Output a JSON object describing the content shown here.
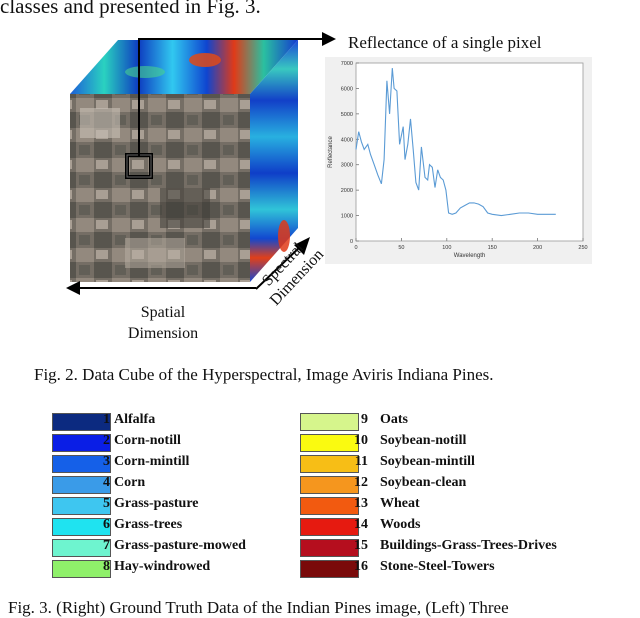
{
  "page": {
    "top_text": "classes and presented in Fig. 3.",
    "reflectance_title": "Reflectance of a single pixel",
    "spatial_label_1": "Spatial",
    "spatial_label_2": "Dimension",
    "spectral_label_1": "Spectral",
    "spectral_label_2": "Dimension",
    "caption_fig2": "Fig. 2.    Data Cube of the Hyperspectral, Image Aviris Indiana Pines.",
    "caption_fig3": "Fig. 3.    (Right) Ground Truth Data of the Indian Pines image, (Left) Three"
  },
  "chart_data": {
    "type": "line",
    "title": "",
    "xlabel": "Wavelength",
    "ylabel": "Reflectance",
    "xlim": [
      0,
      250
    ],
    "ylim": [
      0,
      7000
    ],
    "xticks": [
      "0",
      "50",
      "100",
      "150",
      "200",
      "250"
    ],
    "yticks": [
      "0",
      "1000",
      "2000",
      "3000",
      "4000",
      "5000",
      "6000",
      "7000"
    ],
    "series": [
      {
        "x": [
          0,
          3,
          6,
          9,
          13,
          16,
          20,
          24,
          28,
          31,
          34,
          37,
          40,
          42,
          45,
          48,
          52,
          54,
          57,
          60,
          63,
          66,
          69,
          72,
          76,
          79,
          81,
          84,
          87,
          90,
          93,
          96,
          99,
          102,
          106,
          110,
          115,
          120,
          125,
          130,
          135,
          140,
          145,
          150,
          160,
          170,
          180,
          190,
          200,
          210,
          220
        ],
        "y": [
          3600,
          4300,
          3900,
          3600,
          3800,
          3400,
          3000,
          2600,
          2250,
          3200,
          6300,
          5000,
          6800,
          6000,
          5900,
          3800,
          4500,
          3200,
          3800,
          4800,
          3600,
          2300,
          2000,
          3700,
          2500,
          2400,
          3000,
          2900,
          2100,
          2800,
          2500,
          2400,
          2000,
          1100,
          1050,
          1100,
          1300,
          1400,
          1500,
          1500,
          1450,
          1350,
          1100,
          1050,
          1000,
          1050,
          1100,
          1100,
          1050,
          1050,
          1050
        ],
        "color": "#5b9bd5"
      }
    ]
  },
  "legend": {
    "left": [
      {
        "num": "1",
        "name": "Alfalfa",
        "color": "#0c2a80"
      },
      {
        "num": "2",
        "name": "Corn-notill",
        "color": "#0a1ee6"
      },
      {
        "num": "3",
        "name": "Corn-mintill",
        "color": "#1560e8"
      },
      {
        "num": "4",
        "name": "Corn",
        "color": "#3a9be8"
      },
      {
        "num": "5",
        "name": "Grass-pasture",
        "color": "#3ec6f0"
      },
      {
        "num": "6",
        "name": "Grass-trees",
        "color": "#1fe3f0"
      },
      {
        "num": "7",
        "name": "Grass-pasture-mowed",
        "color": "#6ef4cf"
      },
      {
        "num": "8",
        "name": "Hay-windrowed",
        "color": "#8ff06a"
      }
    ],
    "right": [
      {
        "num": "9",
        "name": "Oats",
        "color": "#d6f58c"
      },
      {
        "num": "10",
        "name": "Soybean-notill",
        "color": "#fafa10"
      },
      {
        "num": "11",
        "name": "Soybean-mintill",
        "color": "#f7be16"
      },
      {
        "num": "12",
        "name": "Soybean-clean",
        "color": "#f5961e"
      },
      {
        "num": "13",
        "name": "Wheat",
        "color": "#f25a10"
      },
      {
        "num": "14",
        "name": "Woods",
        "color": "#e61a10"
      },
      {
        "num": "15",
        "name": "Buildings-Grass-Trees-Drives",
        "color": "#b50e1e"
      },
      {
        "num": "16",
        "name": "Stone-Steel-Towers",
        "color": "#7a0a0a"
      }
    ]
  }
}
